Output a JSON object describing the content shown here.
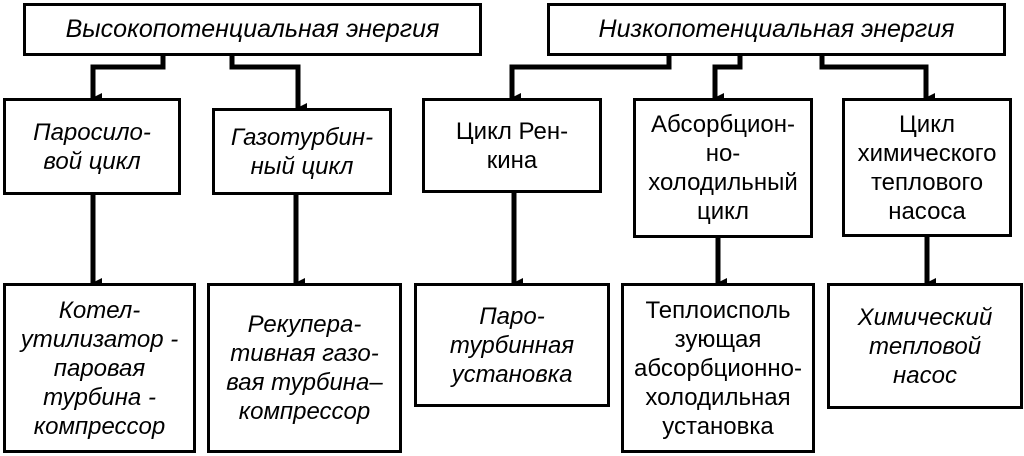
{
  "top": {
    "high": "Высокопотенциальная энергия",
    "low": "Низкопотенциальная энергия"
  },
  "cycles": [
    [
      "Паросило-",
      "вой цикл"
    ],
    [
      "Газотурбин-",
      "ный цикл"
    ],
    [
      "Цикл Рен-",
      "кина"
    ],
    [
      "Абсорбцион-",
      "но-",
      "холодильный",
      "цикл"
    ],
    [
      "Цикл",
      "химического",
      "теплового",
      "насоса"
    ]
  ],
  "installations": [
    [
      "Котел-",
      "утилизатор -",
      "паровая",
      "турбина -",
      "компрессор"
    ],
    [
      "Рекупера-",
      "тивная газо-",
      "вая турбина–",
      "компрессор"
    ],
    [
      "Паро-",
      "турбинная",
      "установка"
    ],
    [
      "Теплоисполь",
      "зующая",
      "абсорбционно-",
      "холодильная",
      "установка"
    ],
    [
      "Химический",
      "тепловой",
      "насос"
    ]
  ],
  "colors": {
    "line": "#000000",
    "background": "#ffffff"
  }
}
